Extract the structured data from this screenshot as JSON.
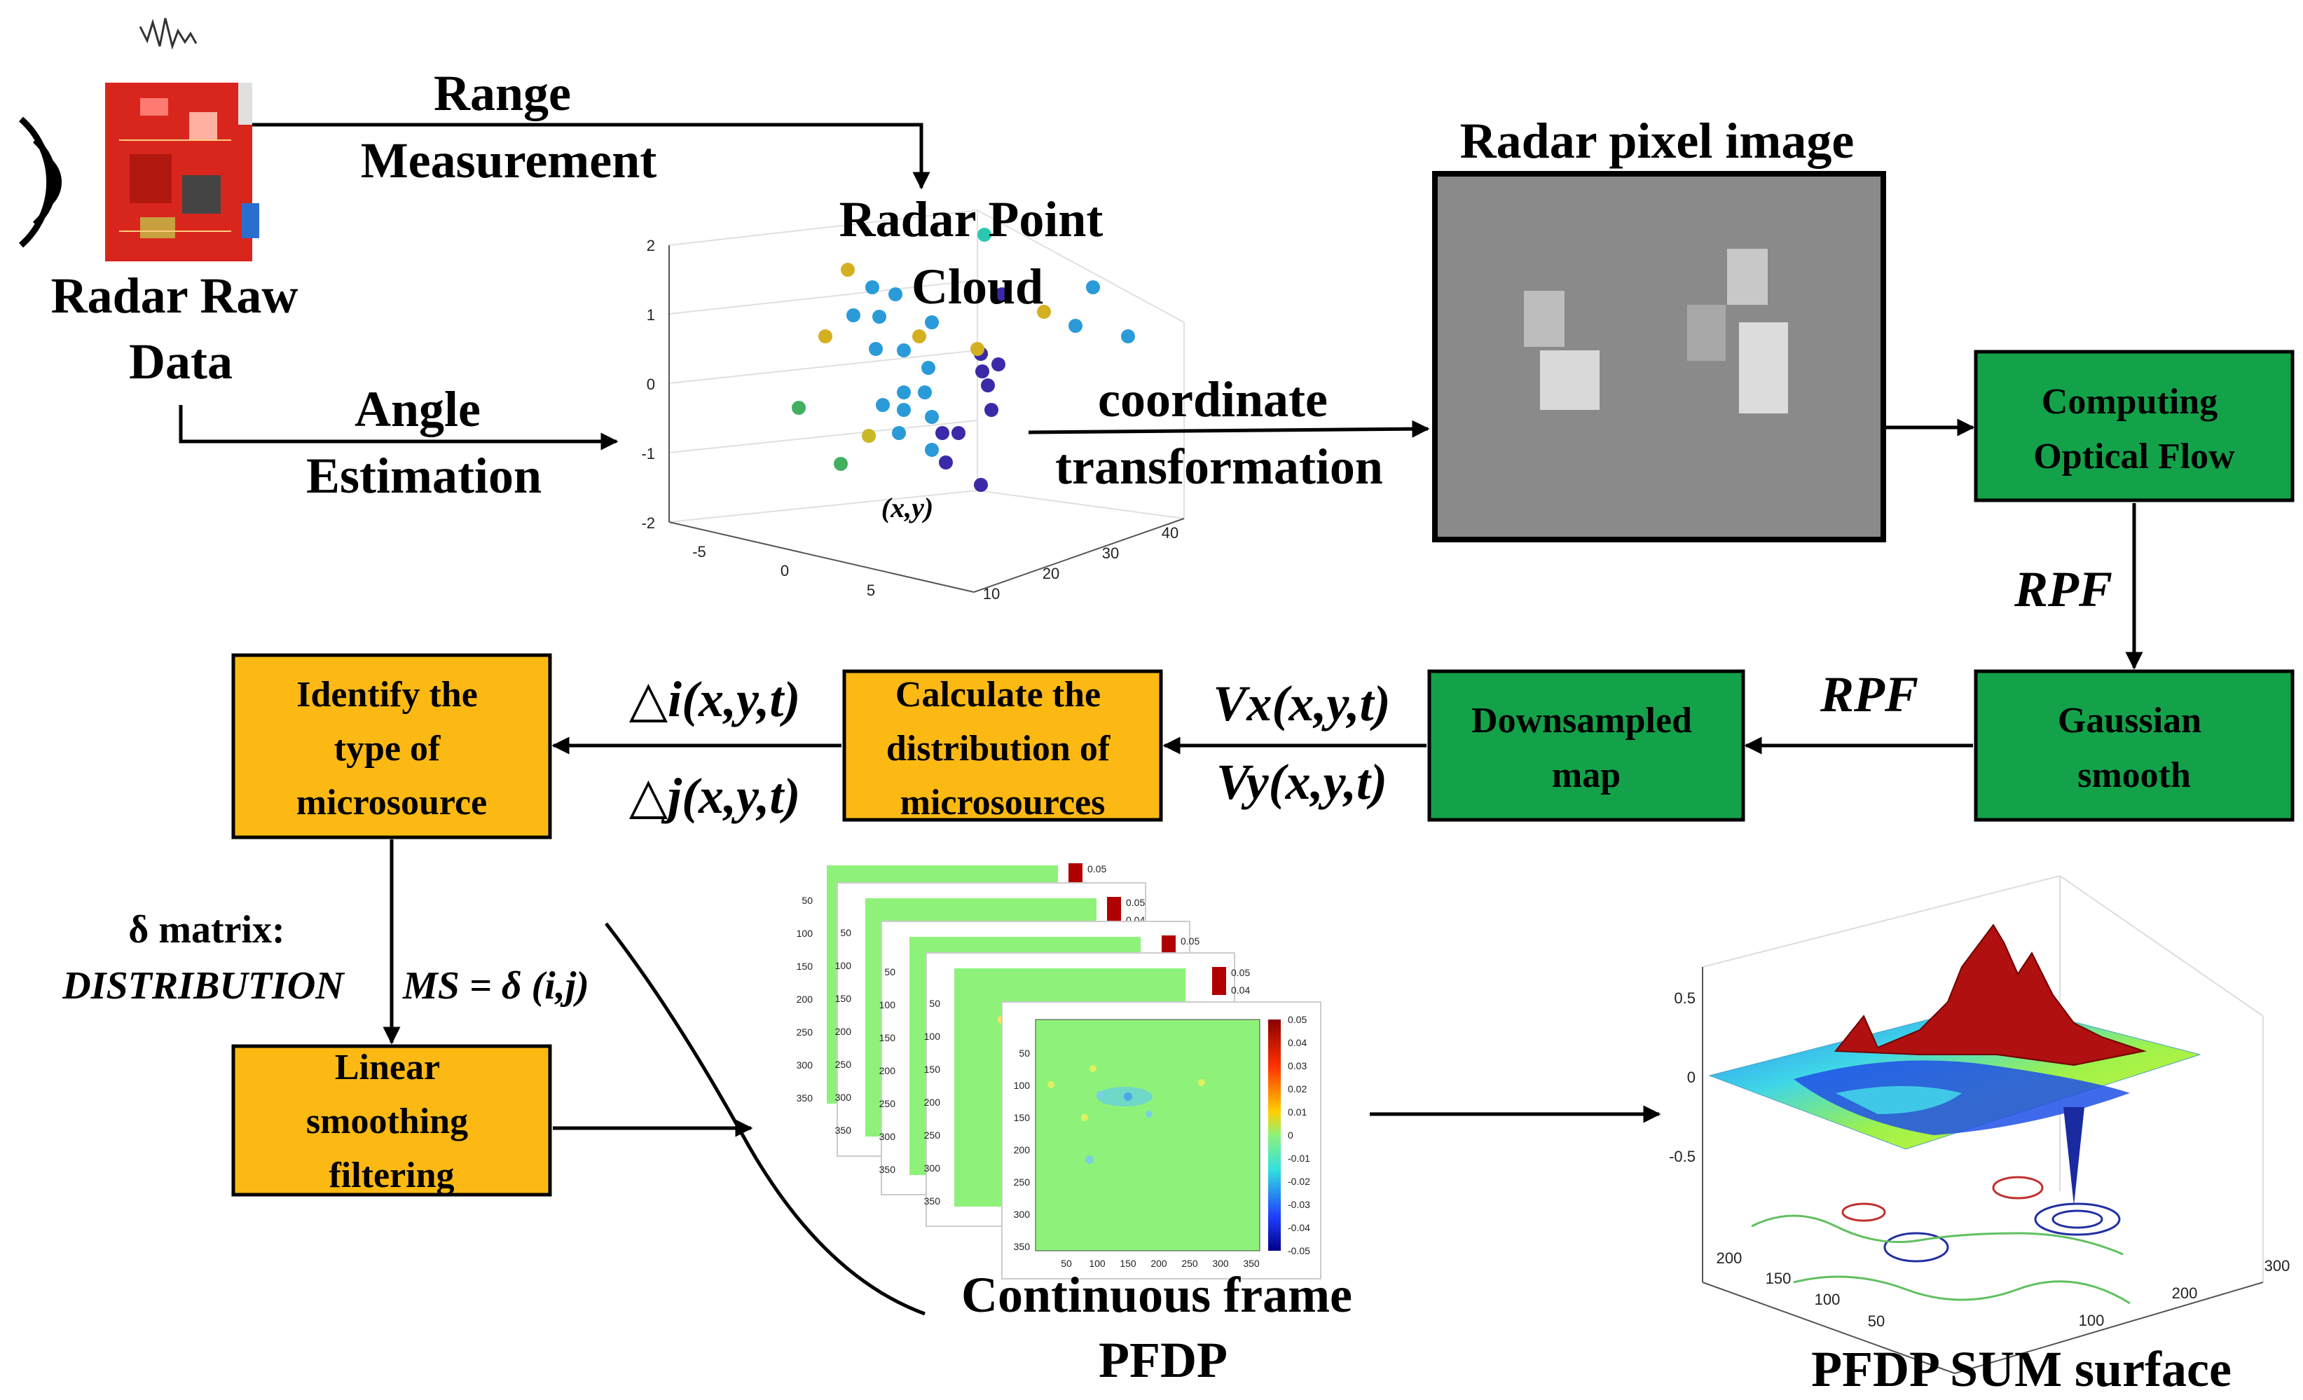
{
  "labels": {
    "range_measurement": [
      "Range",
      "Measurement"
    ],
    "radar_raw_data": [
      "Radar Raw",
      "Data"
    ],
    "angle_estimation": [
      "Angle",
      "Estimation"
    ],
    "radar_point_cloud": [
      "Radar Point",
      "Cloud"
    ],
    "point_xy": "(x,y)",
    "coordinate_transformation": [
      "coordinate",
      "transformation"
    ],
    "radar_pixel_image": "Radar pixel image",
    "rpf_right": "RPF",
    "rpf_middle": "RPF",
    "vx": "Vx(x,y,t)",
    "vy": "Vy(x,y,t)",
    "delta_i": "△i(x,y,t)",
    "delta_j": "△j(x,y,t)",
    "delta_matrix": "δ matrix:",
    "distribution": "DISTRIBUTION",
    "ms_formula": "MS = δ (i,j)",
    "continuous_frame": [
      "Continuous frame",
      "PFDP"
    ],
    "pfdp_sum_surface": "PFDP SUM surface"
  },
  "boxes": {
    "computing_optical_flow": [
      "Computing",
      "Optical Flow"
    ],
    "gaussian_smooth": [
      "Gaussian",
      "smooth"
    ],
    "downsampled_map": [
      "Downsampled",
      "map"
    ],
    "calculate_distribution": [
      "Calculate the",
      "distribution of",
      "microsources"
    ],
    "identify_type": [
      "Identify the",
      "type of",
      "microsource"
    ],
    "linear_smoothing": [
      "Linear",
      "smoothing",
      "filtering"
    ]
  },
  "point_cloud_axes": {
    "z_ticks": [
      "2",
      "1",
      "0",
      "-1",
      "-2"
    ],
    "x_ticks": [
      "-5",
      "0",
      "5"
    ],
    "y_ticks": [
      "10",
      "20",
      "30",
      "40"
    ]
  },
  "heatmap_axes": {
    "y_ticks": [
      "50",
      "100",
      "150",
      "200",
      "250",
      "300",
      "350"
    ],
    "x_ticks": [
      "50",
      "100",
      "150",
      "200",
      "250",
      "300",
      "350"
    ],
    "colorbar_ticks": [
      "0.05",
      "0.04",
      "0.03",
      "0.02",
      "0.01",
      "0",
      "-0.01",
      "-0.02",
      "-0.03",
      "-0.04",
      "-0.05"
    ],
    "back_colorbar_top": "0.05",
    "back_colorbar_second": "0.04"
  },
  "surface_axes": {
    "z_ticks": [
      "0.5",
      "0",
      "-0.5"
    ],
    "y_ticks": [
      "200",
      "150",
      "100",
      "50"
    ],
    "x_ticks": [
      "100",
      "200",
      "300"
    ]
  },
  "colors": {
    "green_box": "#13a24a",
    "orange_box": "#fdb913",
    "radar_board": "#d9261c",
    "heatmap_green": "#8ef27a",
    "pixel_bg": "#8a8a8a"
  }
}
